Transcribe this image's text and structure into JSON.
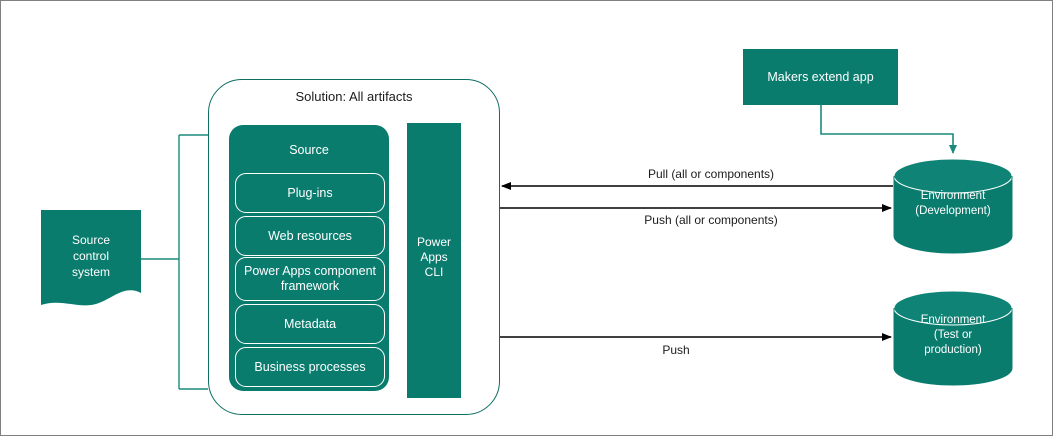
{
  "diagram": {
    "colors": {
      "teal": "#0a7c6e",
      "teal_border": "#0d6e62",
      "arrow_black": "#000000",
      "frame_gray": "#808080",
      "background": "#ffffff",
      "text_dark": "#1c1c1c",
      "text_light": "#ffffff"
    },
    "source_control": {
      "label": "Source\ncontrol\nsystem",
      "line1": "Source",
      "line2": "control",
      "line3": "system"
    },
    "solution": {
      "title": "Solution: All artifacts",
      "stack_label": "Source",
      "artifacts": [
        {
          "label": "Plug-ins"
        },
        {
          "label": "Web resources"
        },
        {
          "label": "Power Apps component framework"
        },
        {
          "label": "Metadata"
        },
        {
          "label": "Business processes"
        }
      ]
    },
    "cli": {
      "line1": "Power",
      "line2": "Apps",
      "line3": "CLI"
    },
    "makers": {
      "label": "Makers extend  app"
    },
    "environments": [
      {
        "name": "env-development",
        "line1": "Environment",
        "line2": "(Development)"
      },
      {
        "name": "env-test-production",
        "line1": "Environment",
        "line2": "(Test or",
        "line3": "production)"
      }
    ],
    "flows": [
      {
        "name": "pull-dev",
        "label": "Pull (all or components)",
        "direction": "left"
      },
      {
        "name": "push-dev",
        "label": "Push (all or components)",
        "direction": "right"
      },
      {
        "name": "push-prod",
        "label": "Push",
        "direction": "right"
      }
    ]
  }
}
